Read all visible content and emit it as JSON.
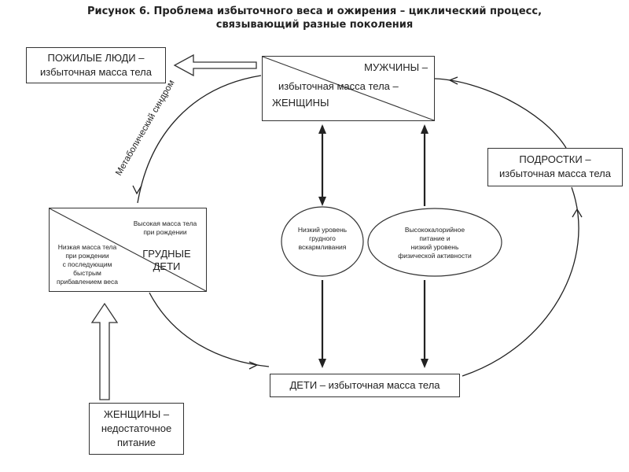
{
  "title": {
    "line1": "Рисунок 6. Проблема избыточного веса и ожирения – циклический процесс,",
    "line2": "связывающий разные поколения"
  },
  "elderly": {
    "line1": "ПОЖИЛЫЕ ЛЮДИ –",
    "line2": "избыточная масса тела"
  },
  "adults": {
    "men": "МУЖЧИНЫ –",
    "middle": "избыточная масса тела –",
    "women": "ЖЕНЩИНЫ"
  },
  "teens": {
    "line1": "ПОДРОСТКИ –",
    "line2": "избыточная масса тела"
  },
  "infants": {
    "high_line1": "Высокая масса тела",
    "high_line2": "при рождении",
    "low_line1": "Низкая масса тела",
    "low_line2": "при рождении",
    "low_line3": "с последующим",
    "low_line4": "быстрым",
    "low_line5": "прибавлением веса",
    "name_line1": "ГРУДНЫЕ",
    "name_line2": "ДЕТИ"
  },
  "children": {
    "label": "ДЕТИ – избыточная масса тела"
  },
  "women_under": {
    "line1": "ЖЕНЩИНЫ –",
    "line2": "недостаточное",
    "line3": "питание"
  },
  "breastfeeding": {
    "line1": "Низкий уровень",
    "line2": "грудного",
    "line3": "вскармливания"
  },
  "diet": {
    "line1": "Высококалорийное",
    "line2": "питание и",
    "line3": "низкий уровень",
    "line4": "физической активности"
  },
  "metabolic": "Метаболический синдром"
}
